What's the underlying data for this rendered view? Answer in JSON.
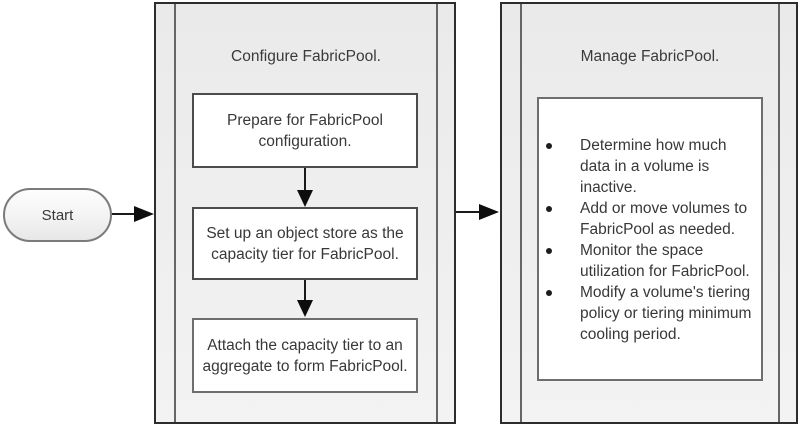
{
  "diagram": {
    "type": "flowchart",
    "description": "FabricPool workflow"
  },
  "start": {
    "label": "Start"
  },
  "configure_panel": {
    "title": "Configure FabricPool.",
    "steps": [
      "Prepare for FabricPool\nconfiguration.",
      "Set up an object store as the\ncapacity tier for FabricPool.",
      "Attach the capacity tier to an\naggregate to form FabricPool."
    ]
  },
  "manage_panel": {
    "title": "Manage FabricPool.",
    "tasks": [
      "Determine how much\ndata in a volume is\ninactive.",
      "Add or move volumes to\nFabricPool as needed.",
      "Monitor the space\nutilization for FabricPool.",
      "Modify a volume's tiering\npolicy or tiering minimum\ncooling period."
    ]
  },
  "colors": {
    "background": "#ffffff",
    "panel_fill": "#eeeeee",
    "panel_border": "#2d2d2d",
    "inner_line": "#666666",
    "box_fill": "#ffffff",
    "box_border_dark": "#4c4c4c",
    "box_border_gray": "#6e6e6e",
    "arrow": "#0d0d0d",
    "text": "#383838"
  }
}
